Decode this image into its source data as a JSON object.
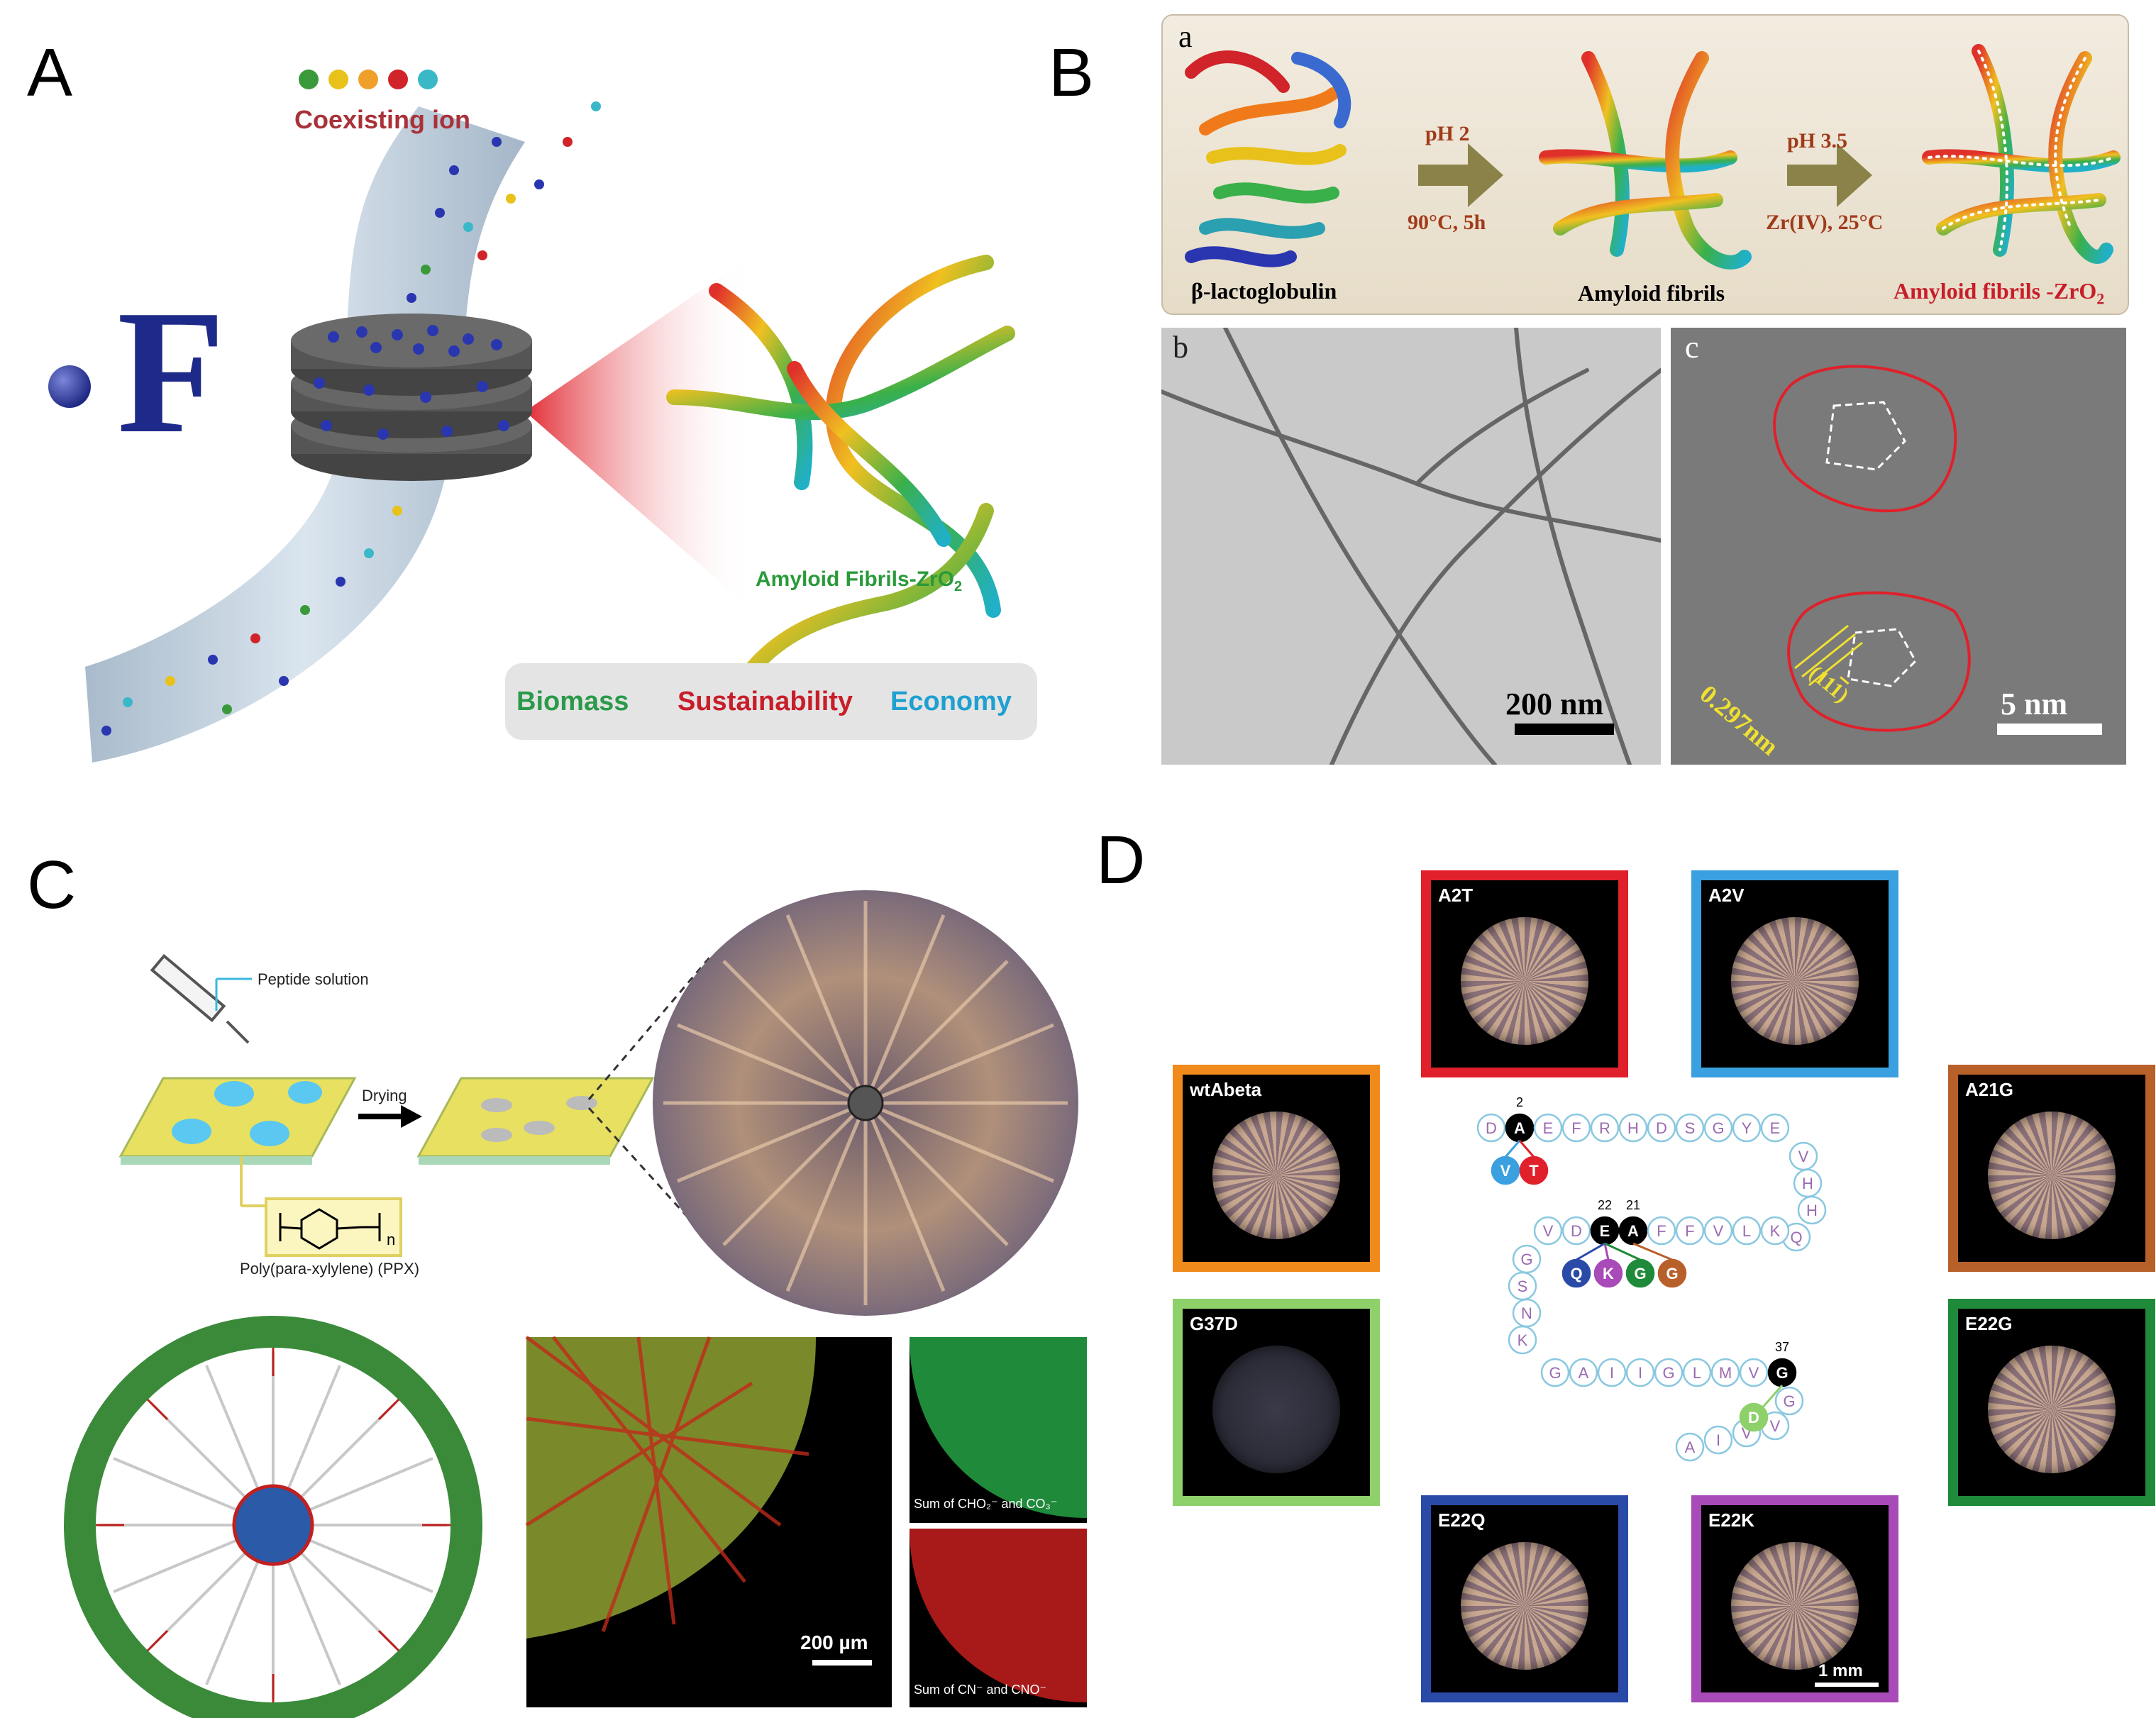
{
  "panels": {
    "A": {
      "label": "A",
      "coexisting_ion": "Coexisting ion",
      "fluoride_symbol": "F",
      "fibrils_label": "Amyloid Fibrils-ZrO",
      "fibrils_sub": "2",
      "keywords": {
        "biomass": "Biomass",
        "sustainability": "Sustainability",
        "economy": "Economy"
      },
      "ion_colors": [
        "#3a9a3a",
        "#e8c21a",
        "#f0a02a",
        "#d0242a",
        "#3ab8c8"
      ]
    },
    "B": {
      "label": "B",
      "sub_a": "a",
      "sub_b": "b",
      "sub_c": "c",
      "step1_top": "pH 2",
      "step1_bottom": "90°C, 5h",
      "step2_top": "pH 3.5",
      "step2_bottom": "Zr(IV), 25°C",
      "protein_label": "β-lactoglobulin",
      "fibrils_label": "Amyloid fibrils",
      "product_label": "Amyloid fibrils -ZrO",
      "product_sub": "2",
      "scale_b": "200 nm",
      "scale_c": "5 nm",
      "lattice_spacing": "0.297nm",
      "lattice_plane": "(11",
      "lattice_plane_bar": "1",
      "lattice_plane_end": ")"
    },
    "C": {
      "label": "C",
      "peptide_solution": "Peptide solution",
      "drying": "Drying",
      "ppx_label": "Poly(para-xylylene) (PPX)",
      "ppx_n": "n",
      "scale_bar": "200 µm",
      "green_caption": "Sum of CHO₂⁻ and CO₃⁻",
      "red_caption": "Sum of CN⁻ and CNO⁻"
    },
    "D": {
      "label": "D",
      "tiles": [
        "A2T",
        "A2V",
        "wtAbeta",
        "A21G",
        "G37D",
        "E22G",
        "E22Q",
        "E22K"
      ],
      "tile_colors": {
        "A2T": "#e0202a",
        "A2V": "#3aa0e0",
        "wtAbeta": "#f08a1a",
        "A21G": "#b8602a",
        "G37D": "#8ed06a",
        "E22G": "#1e8a3a",
        "E22Q": "#2a4aa8",
        "E22K": "#a84ab8"
      },
      "scale_bar": "1 mm",
      "sequence_row1": [
        "D",
        "A",
        "E",
        "F",
        "R",
        "H",
        "D",
        "S",
        "G",
        "Y",
        "E"
      ],
      "sequence_right": [
        "V",
        "H",
        "H",
        "Q"
      ],
      "sequence_row2": [
        "V",
        "D",
        "E",
        "A",
        "F",
        "F",
        "V",
        "L",
        "K"
      ],
      "sequence_left": [
        "G",
        "S",
        "N",
        "K"
      ],
      "sequence_row3": [
        "G",
        "A",
        "I",
        "I",
        "G",
        "L",
        "M",
        "V",
        "G"
      ],
      "sequence_tail": [
        "G",
        "V",
        "V",
        "I",
        "A"
      ],
      "mut_A2": [
        "V",
        "T"
      ],
      "mut_E22_A21": [
        "Q",
        "K",
        "G",
        "G"
      ],
      "mut_G37": "D",
      "pos2": "2",
      "pos22": "22",
      "pos21": "21",
      "pos37": "37"
    }
  }
}
